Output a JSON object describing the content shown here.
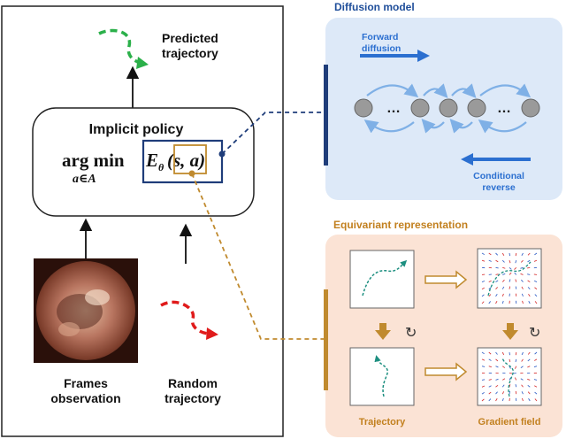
{
  "left_panel": {
    "predicted_line1": "Predicted",
    "predicted_line2": "trajectory",
    "policy_title": "Implicit policy",
    "argmin_text": "arg min",
    "argmin_sub": "a∈A",
    "energy_symbol": "E",
    "energy_sub": "θ",
    "energy_args": "(s, a)",
    "frames_line1": "Frames",
    "frames_line2": "observation",
    "random_line1": "Random",
    "random_line2": "trajectory"
  },
  "diffusion": {
    "title": "Diffusion model",
    "forward_line1": "Forward",
    "forward_line2": "diffusion",
    "ellipsis": "…",
    "reverse_line1": "Conditional",
    "reverse_line2": "reverse"
  },
  "equivariant": {
    "title": "Equivariant representation",
    "trajectory_label": "Trajectory",
    "gradient_label": "Gradient field",
    "rotate_symbol": "↻"
  },
  "colors": {
    "navy": "#1f3d7a",
    "diffusion_bg": "#dde9f8",
    "diffusion_title": "#1f4e9a",
    "light_blue": "#7fb0e6",
    "gold": "#c08a2e",
    "equiv_bg": "#fbe3d5",
    "equiv_title": "#c2801f",
    "green_arrow": "#2bb04a",
    "red_arrow": "#e01b1b",
    "teal_curve": "#1d8f80",
    "node_gray": "#9a9a9a"
  }
}
